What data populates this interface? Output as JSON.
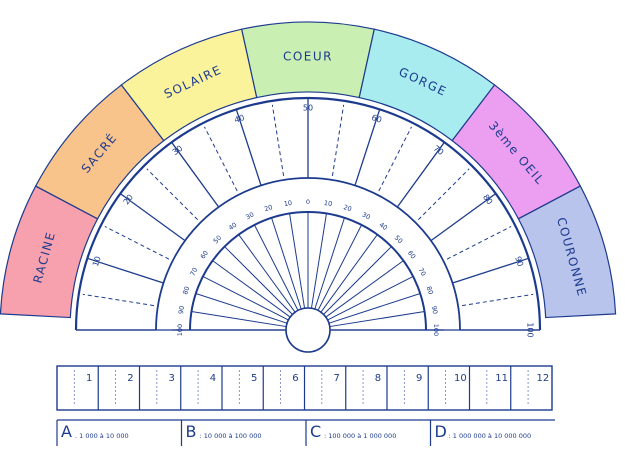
{
  "chakras": [
    {
      "label": "RACINE",
      "color": "#f7a1ae"
    },
    {
      "label": "SACRÉ",
      "color": "#f9c48c"
    },
    {
      "label": "SOLAIRE",
      "color": "#fbf29c"
    },
    {
      "label": "COEUR",
      "color": "#c9efb2"
    },
    {
      "label": "GORGE",
      "color": "#a8ecef"
    },
    {
      "label": "3ème OEIL",
      "color": "#ec9ef0"
    },
    {
      "label": "COURONNE",
      "color": "#b9c4ec"
    }
  ],
  "middle_scale": {
    "left": [
      "10",
      "20",
      "30",
      "40"
    ],
    "top": "50",
    "right": [
      "60",
      "70",
      "80",
      "90",
      "100"
    ]
  },
  "inner_scale": {
    "left": [
      "100",
      "90",
      "80",
      "70",
      "60",
      "50",
      "40",
      "30",
      "20",
      "10"
    ],
    "center": "0",
    "right": [
      "10",
      "20",
      "30",
      "40",
      "50",
      "60",
      "70",
      "80",
      "90",
      "100"
    ]
  },
  "boxes": [
    "1",
    "2",
    "3",
    "4",
    "5",
    "6",
    "7",
    "8",
    "9",
    "10",
    "11",
    "12"
  ],
  "legend": [
    {
      "letter": "A",
      "range": ". 1 000 à 10 000"
    },
    {
      "letter": "B",
      "range": ": 10 000 à 100 000"
    },
    {
      "letter": "C",
      "range": ": 100 000 à 1 000 000"
    },
    {
      "letter": "D",
      "range": ": 1 000 000 à 10 000 000"
    }
  ]
}
